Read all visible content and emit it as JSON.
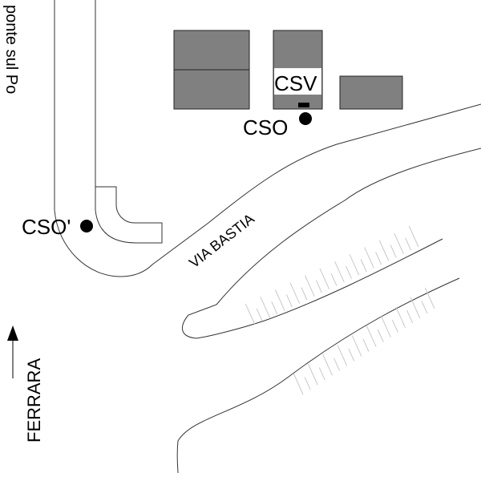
{
  "map": {
    "labels": {
      "bridge": "ponte sul Po",
      "csv": "CSV",
      "cso": "CSO",
      "cso_prime": "CSO'",
      "street": "VIA BASTIA",
      "direction": "FERRARA"
    },
    "colors": {
      "building": "#808080",
      "road_line": "#333333",
      "hatch": "#c8c8c8",
      "marker": "#000000",
      "background": "#ffffff"
    },
    "icons": {
      "marker": "filled-circle",
      "direction_arrow": "arrow-up"
    }
  }
}
